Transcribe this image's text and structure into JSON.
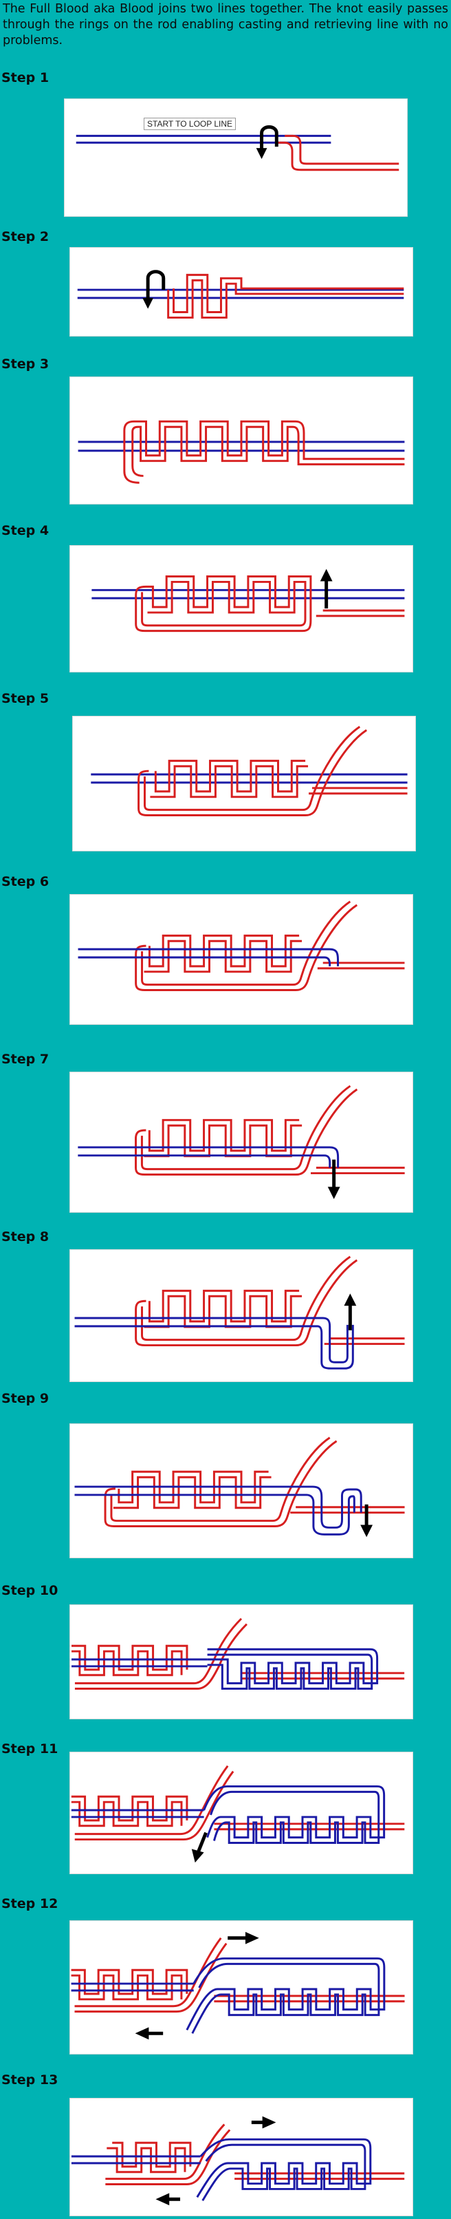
{
  "intro": "The Full Blood aka Blood joins two lines together. The knot easily passes through the rings on the rod enabling casting and retrieving line with no problems.",
  "colors": {
    "background": "#00b3b3",
    "line_blue": "#1a1aa6",
    "line_red": "#d71f1f",
    "arrow": "#000000",
    "panel": "#ffffff"
  },
  "steps": [
    {
      "label": "Step 1",
      "caption": "START TO LOOP LINE"
    },
    {
      "label": "Step 2"
    },
    {
      "label": "Step 3"
    },
    {
      "label": "Step 4"
    },
    {
      "label": "Step 5"
    },
    {
      "label": "Step 6"
    },
    {
      "label": "Step 7"
    },
    {
      "label": "Step 8"
    },
    {
      "label": "Step 9"
    },
    {
      "label": "Step 10"
    },
    {
      "label": "Step 11"
    },
    {
      "label": "Step 12"
    },
    {
      "label": "Step 13"
    }
  ]
}
